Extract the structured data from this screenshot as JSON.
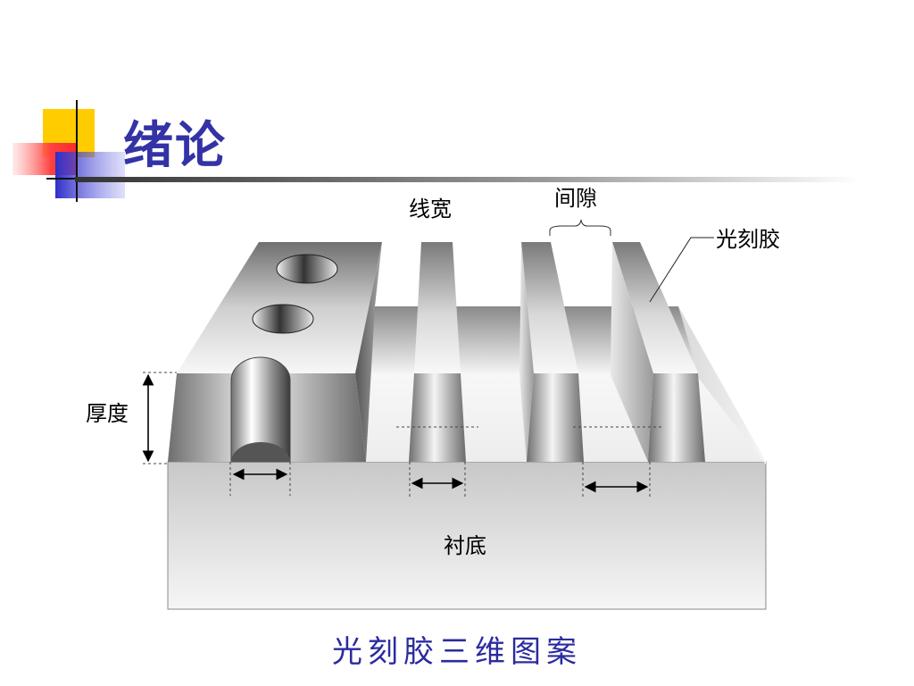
{
  "slide": {
    "title": "绪论",
    "caption": "光刻胶三维图案"
  },
  "labels": {
    "line_width": "线宽",
    "gap": "间隙",
    "photoresist": "光刻胶",
    "thickness": "厚度",
    "substrate": "衬底"
  },
  "colors": {
    "title": "#3333a6",
    "caption": "#2b2b9e",
    "accent_yellow": "#ffcc00",
    "accent_blue": "#3333cc",
    "accent_red": "#ff4d4d"
  }
}
